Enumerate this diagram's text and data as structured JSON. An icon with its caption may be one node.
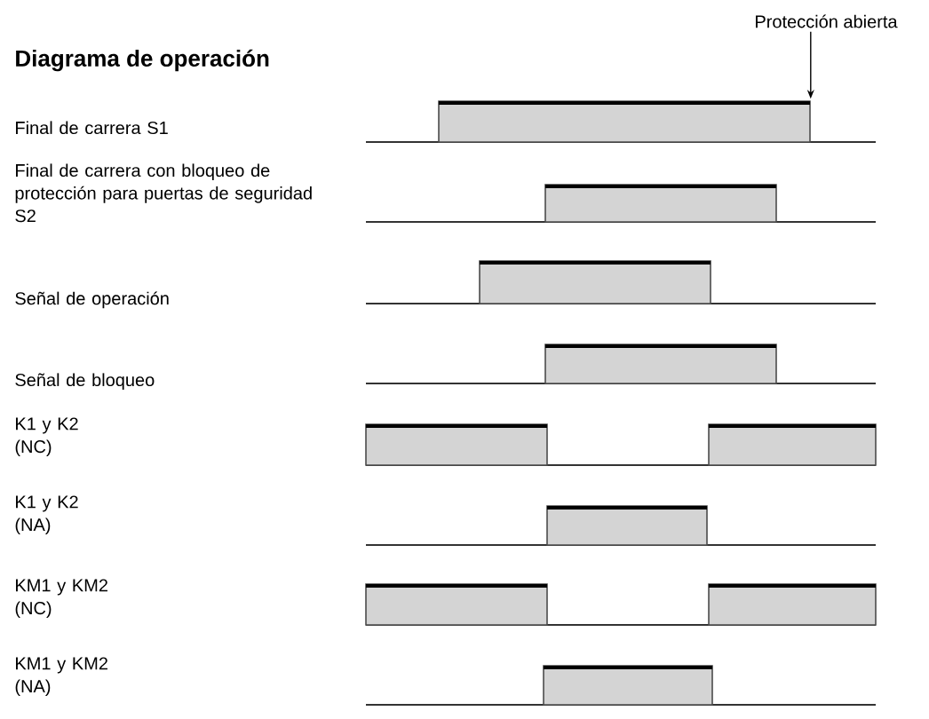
{
  "diagram": {
    "title": "Diagrama de operación",
    "nodes": [
      {
        "text": [
          "Protección abierta"
        ]
      },
      {
        "text": [],
        "shape": "bar"
      },
      {
        "text": [],
        "shape": "bar"
      },
      {
        "text": [],
        "shape": "bar"
      },
      {
        "text": [],
        "shape": "bar"
      },
      {
        "text": [],
        "shape": "bar"
      },
      {
        "text": [],
        "shape": "bar"
      },
      {
        "text": [],
        "shape": "bar"
      },
      {
        "text": [],
        "shape": "bar"
      },
      {
        "text": [],
        "shape": "bar"
      },
      {
        "text": [],
        "shape": "bar"
      }
    ],
    "edges": [
      {
        "from": 0,
        "to": 1,
        "arrow": "to"
      }
    ],
    "labels": [
      "Final de carrera S1",
      "Final de carrera con bloqueo de protección para puertas de seguridad S2",
      "Señal de operación",
      "Señal de bloqueo",
      "K1 y K2 (NC)",
      "K1 y K2 (NA)",
      "KM1 y KM2 (NC)",
      "KM1 y KM2 (NA)"
    ]
  }
}
